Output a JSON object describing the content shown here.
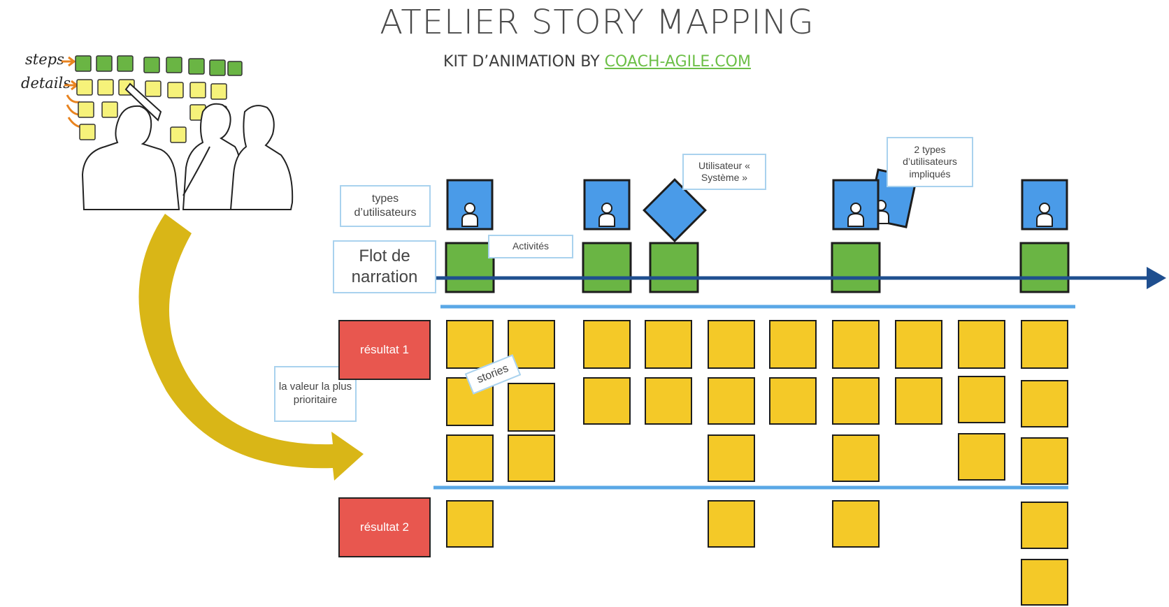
{
  "header": {
    "title": "ATELIER STORY MAPPING",
    "subtitle_prefix": "KIT D’ANIMATION BY ",
    "subtitle_link": "COACH-AGILE.COM",
    "link_color": "#6cbf47"
  },
  "sketch": {
    "label_steps": "steps",
    "label_details": "details"
  },
  "labels": {
    "user_types": "types d’utilisateurs",
    "narrative_flow": "Flot de narration",
    "activities": "Activités",
    "system_user": "Utilisateur « Système »",
    "two_user_types": "2 types d’utilisateurs impliqués",
    "stories": "stories",
    "top_priority_value": "la valeur la plus prioritaire",
    "result_1": "résultat 1",
    "result_2": "résultat 2"
  },
  "colors": {
    "story": "#f4c928",
    "activity": "#6ab544",
    "user": "#4a9be8",
    "result": "#e8574f",
    "divider": "#5aa8e6",
    "arrow": "#1f4f8f",
    "curve_arrow": "#d9b617"
  }
}
